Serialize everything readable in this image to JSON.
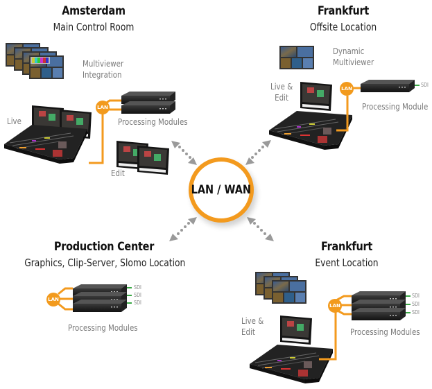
{
  "colors": {
    "accent": "#f39a1e",
    "connector_gray": "#9a9a9a",
    "sdi_green": "#3aa845",
    "label_gray": "#7a7a7a"
  },
  "hub": {
    "label": "LAN / WAN"
  },
  "sites": [
    {
      "title": "Amsterdam",
      "subtitle": "Main Control Room",
      "labels": {
        "multiviewer": "Multiviewer\nIntegration",
        "live": "Live",
        "edit": "Edit",
        "modules": "Processing Modules"
      },
      "lan": "LAN"
    },
    {
      "title": "Frankfurt",
      "subtitle": "Offsite Location",
      "labels": {
        "multiviewer": "Dynamic\nMultiviewer",
        "live": "Live &\nEdit",
        "modules": "Processing Module",
        "sdi": "SDI"
      },
      "lan": "LAN"
    },
    {
      "title": "Production Center",
      "subtitle": "Graphics, Clip-Server, Slomo Location",
      "labels": {
        "modules": "Processing Modules",
        "sdi": [
          "SDI",
          "SDI",
          "SDI"
        ]
      },
      "lan": "LAN"
    },
    {
      "title": "Frankfurt",
      "subtitle": "Event Location",
      "labels": {
        "live": "Live &\nEdit",
        "modules": "Processing Modules",
        "sdi": [
          "SDI",
          "SDI",
          "SDI"
        ]
      },
      "lan": "LAN"
    }
  ]
}
